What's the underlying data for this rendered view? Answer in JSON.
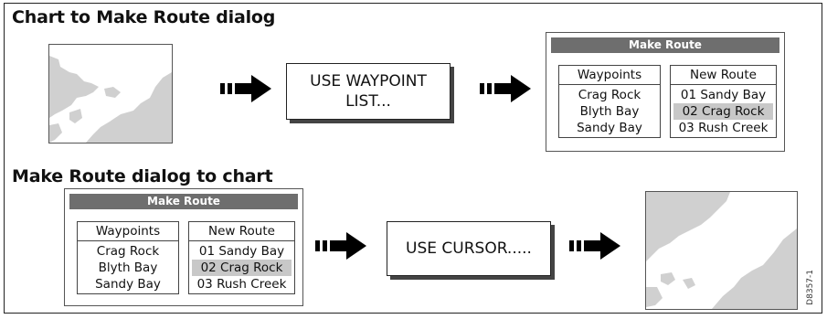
{
  "section1": {
    "title": "Chart to Make Route dialog"
  },
  "section2": {
    "title": "Make Route dialog to chart"
  },
  "step_use_waypoint_list": {
    "label": "USE WAYPOINT\nLIST..."
  },
  "step_use_cursor": {
    "label": "USE CURSOR....."
  },
  "dialog_top": {
    "title": "Make Route",
    "waypoints_header": "Waypoints",
    "waypoints": [
      "Crag Rock",
      "Blyth Bay",
      "Sandy Bay"
    ],
    "route_header": "New Route",
    "route_items": [
      "01 Sandy Bay",
      "02 Crag Rock",
      "03 Rush Creek"
    ],
    "selected_route_index": 1
  },
  "dialog_bottom": {
    "title": "Make Route",
    "waypoints_header": "Waypoints",
    "waypoints": [
      "Crag Rock",
      "Blyth Bay",
      "Sandy Bay"
    ],
    "route_header": "New Route",
    "route_items": [
      "01 Sandy Bay",
      "02 Crag Rock",
      "03 Rush Creek"
    ],
    "selected_route_index": 1
  },
  "doc_ref": "D8357-1",
  "colors": {
    "land": "#d0d0d0",
    "dialog_title_bg": "#6e6e6e",
    "selected_row": "#c8c8c8"
  },
  "icons": {
    "arrow": "right-arrow-icon"
  }
}
